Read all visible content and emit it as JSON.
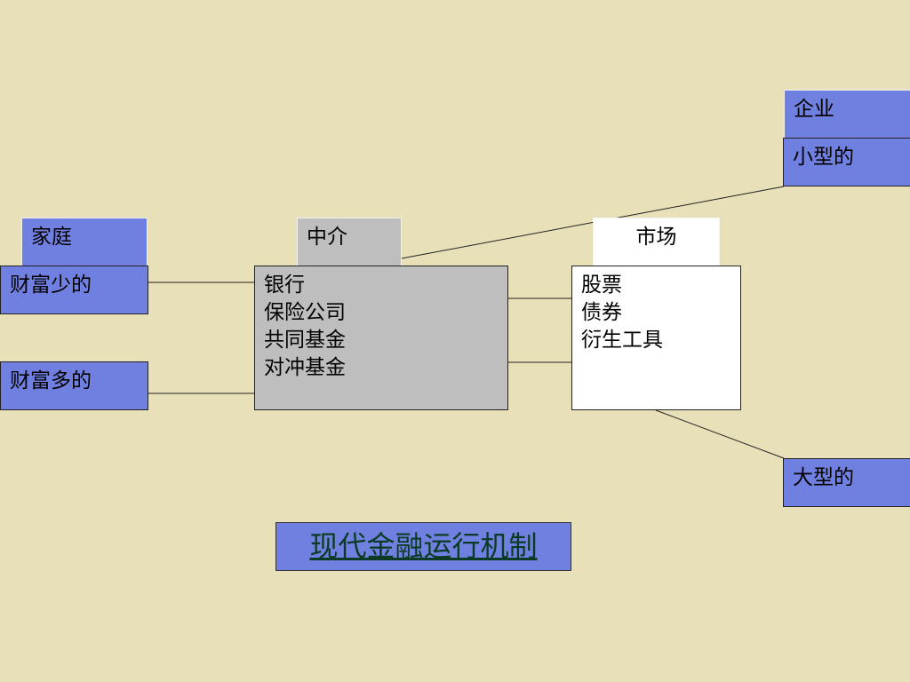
{
  "colors": {
    "background": "#e8e0b8",
    "blue_box": "#7080e0",
    "gray_box": "#bebebe",
    "white_box": "#ffffff",
    "title_text": "#0b3b24"
  },
  "households": {
    "header": "家庭",
    "less_wealthy": "财富少的",
    "more_wealthy": "财富多的"
  },
  "intermediaries": {
    "header": "中介",
    "items": [
      "银行",
      "保险公司",
      "共同基金",
      "对冲基金"
    ]
  },
  "markets": {
    "header": "市场",
    "items": [
      "股票",
      "债券",
      "衍生工具"
    ]
  },
  "firms": {
    "header": "企业",
    "small": "小型的",
    "large": "大型的"
  },
  "title": "现代金融运行机制"
}
